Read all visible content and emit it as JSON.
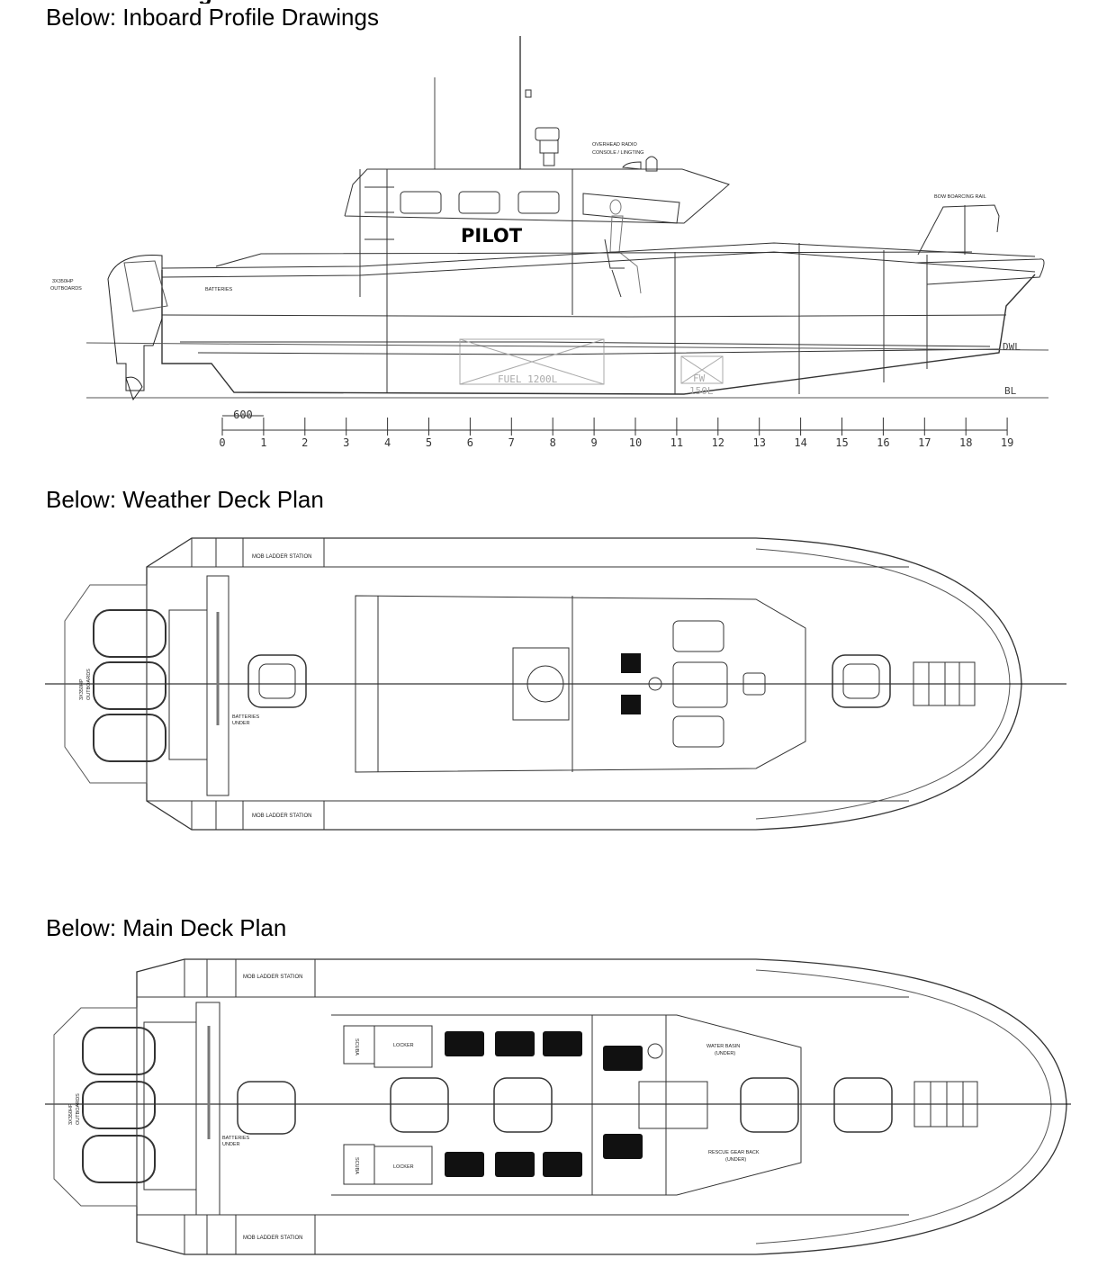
{
  "sections": {
    "profile": {
      "heading": "Below: Inboard Profile Drawings",
      "labels": {
        "radio": [
          "OVERHEAD RADIO",
          "CONSOLE / LINGTING"
        ],
        "bow_rail": "BOW BOARCING RAIL",
        "outboards": [
          "3X350HP",
          "OUTBOARDS"
        ],
        "batteries": "BATTERIES",
        "pilot": "PILOT",
        "fuel_tank": "FUEL 1200L",
        "fw_tank": [
          "FW",
          "150L"
        ],
        "dwl": "DWL",
        "bl": "BL"
      },
      "scale": {
        "span_label": "600",
        "ticks": [
          "0",
          "1",
          "2",
          "3",
          "4",
          "5",
          "6",
          "7",
          "8",
          "9",
          "10",
          "11",
          "12",
          "13",
          "14",
          "15",
          "16",
          "17",
          "18",
          "19"
        ]
      }
    },
    "weather_deck": {
      "heading": "Below: Weather Deck Plan",
      "labels": {
        "mob_top": "MOB LADDER STATION",
        "mob_bottom": "MOB LADDER STATION",
        "outboards": [
          "3X350HP",
          "OUTBOARDS"
        ],
        "batteries": [
          "BATTERIES",
          "UNDER"
        ]
      }
    },
    "main_deck": {
      "heading": "Below: Main Deck Plan",
      "labels": {
        "mob_top": "MOB LADDER STATION",
        "mob_bottom": "MOB LADDER STATION",
        "outboards": [
          "3X350HP",
          "OUTBOARDS"
        ],
        "batteries": [
          "BATTERIES",
          "UNDER"
        ],
        "scuba_top": "SCUBA",
        "scuba_bottom": "SCUBA",
        "locker_top": "LOCKER",
        "locker_bottom": "LOCKER",
        "water_basin": [
          "WATER BASIN",
          "(UNDER)"
        ],
        "rescue_gear": [
          "RESCUE GEAR BACK",
          "(UNDER)"
        ]
      }
    }
  },
  "colors": {
    "ink": "#000000",
    "line": "#333333",
    "faint": "#9a9a9a",
    "seat": "#111111"
  }
}
